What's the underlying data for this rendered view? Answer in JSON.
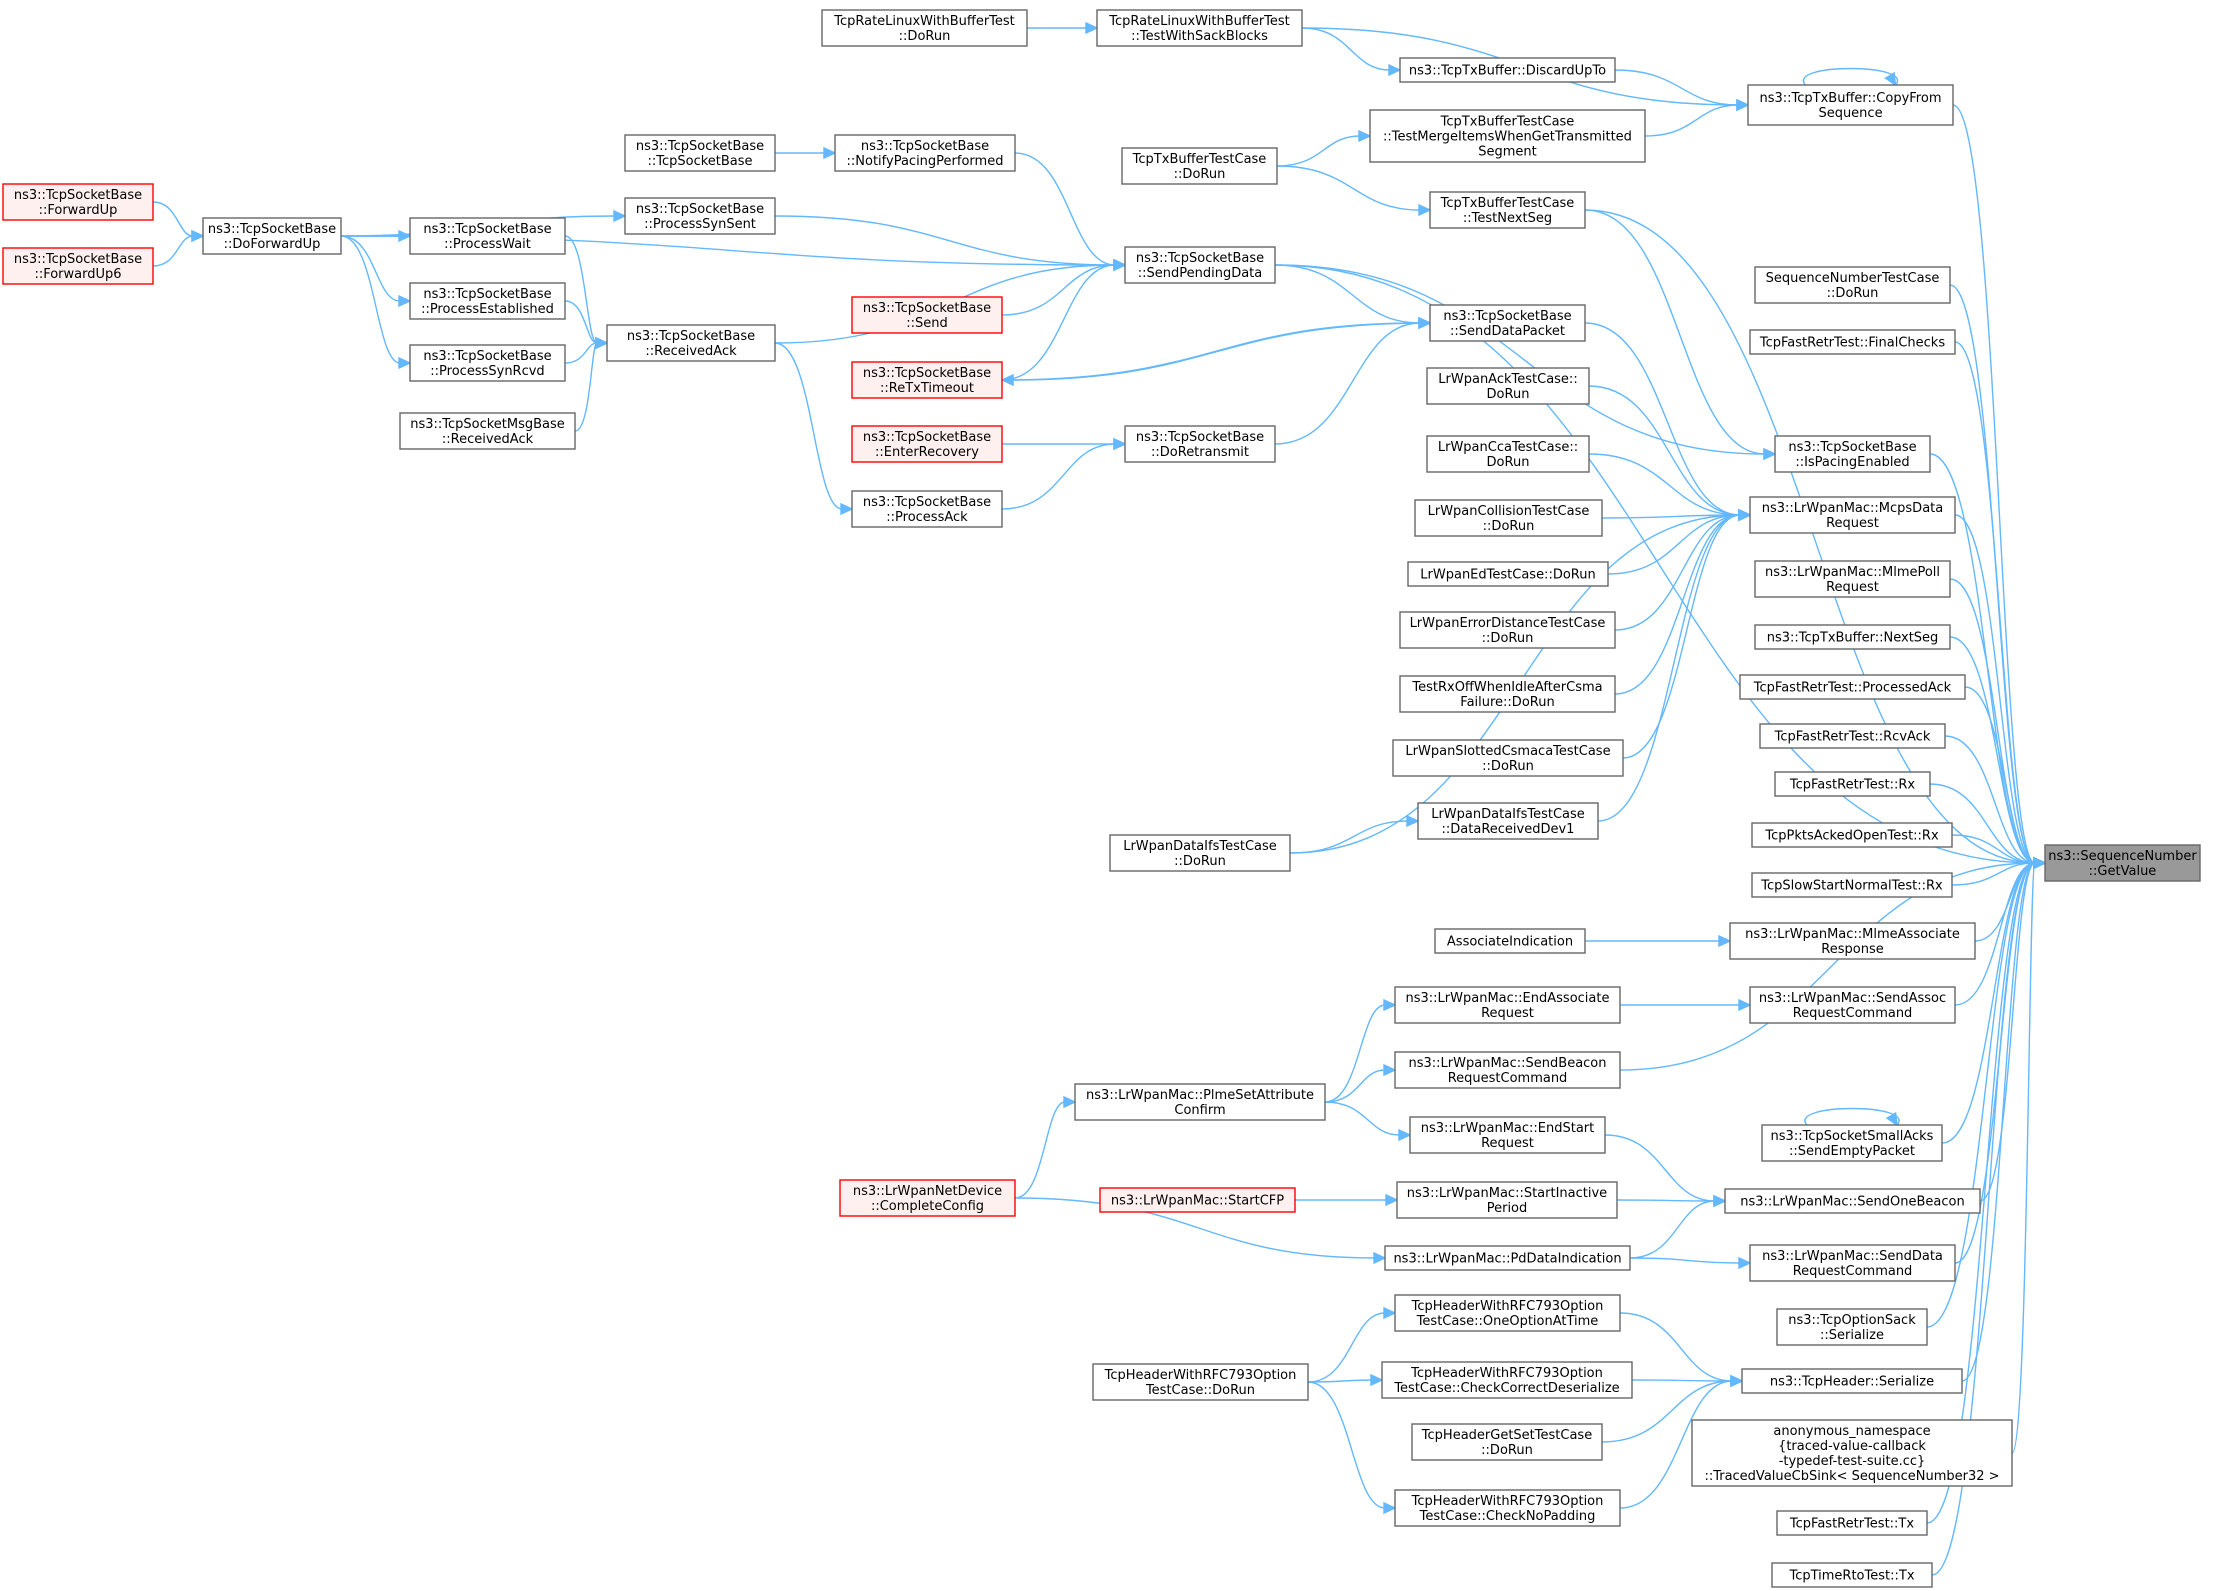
{
  "colors": {
    "edge": "#63b8ff",
    "node_border": "#666666",
    "node_fill": "#ffffff",
    "red_border": "#ff0000",
    "red_fill": "#fff0f0",
    "root_fill": "#999999"
  },
  "nodes": [
    {
      "id": "root",
      "lines": [
        "ns3::SequenceNumber",
        "::GetValue"
      ],
      "style": "root"
    },
    {
      "id": "copyFromSeq",
      "lines": [
        "ns3::TcpTxBuffer::CopyFrom",
        "Sequence"
      ]
    },
    {
      "id": "seqNumTest",
      "lines": [
        "SequenceNumberTestCase",
        "::DoRun"
      ]
    },
    {
      "id": "fastRetrFinal",
      "lines": [
        "TcpFastRetrTest::FinalChecks"
      ]
    },
    {
      "id": "isPacing",
      "lines": [
        "ns3::TcpSocketBase",
        "::IsPacingEnabled"
      ]
    },
    {
      "id": "mcpsData",
      "lines": [
        "ns3::LrWpanMac::McpsData",
        "Request"
      ]
    },
    {
      "id": "mlmePoll",
      "lines": [
        "ns3::LrWpanMac::MlmePoll",
        "Request"
      ]
    },
    {
      "id": "nextSeg",
      "lines": [
        "ns3::TcpTxBuffer::NextSeg"
      ]
    },
    {
      "id": "fastRetrProc",
      "lines": [
        "TcpFastRetrTest::ProcessedAck"
      ]
    },
    {
      "id": "fastRetrRcv",
      "lines": [
        "TcpFastRetrTest::RcvAck"
      ]
    },
    {
      "id": "fastRetrRx",
      "lines": [
        "TcpFastRetrTest::Rx"
      ]
    },
    {
      "id": "pktsAcked",
      "lines": [
        "TcpPktsAckedOpenTest::Rx"
      ]
    },
    {
      "id": "slowStart",
      "lines": [
        "TcpSlowStartNormalTest::Rx"
      ]
    },
    {
      "id": "mlmeAssoc",
      "lines": [
        "ns3::LrWpanMac::MlmeAssociate",
        "Response"
      ]
    },
    {
      "id": "sendAssoc",
      "lines": [
        "ns3::LrWpanMac::SendAssoc",
        "RequestCommand"
      ]
    },
    {
      "id": "smallAcks",
      "lines": [
        "ns3::TcpSocketSmallAcks",
        "::SendEmptyPacket"
      ]
    },
    {
      "id": "sendOneBeacon",
      "lines": [
        "ns3::LrWpanMac::SendOneBeacon"
      ]
    },
    {
      "id": "sendDataReq",
      "lines": [
        "ns3::LrWpanMac::SendData",
        "RequestCommand"
      ]
    },
    {
      "id": "optionSack",
      "lines": [
        "ns3::TcpOptionSack",
        "::Serialize"
      ]
    },
    {
      "id": "tcpHdrSer",
      "lines": [
        "ns3::TcpHeader::Serialize"
      ]
    },
    {
      "id": "anonNs",
      "lines": [
        "anonymous_namespace",
        "{traced-value-callback",
        "-typedef-test-suite.cc}",
        "::TracedValueCbSink< SequenceNumber32 >"
      ]
    },
    {
      "id": "fastRetrTx",
      "lines": [
        "TcpFastRetrTest::Tx"
      ]
    },
    {
      "id": "timeRto",
      "lines": [
        "TcpTimeRtoTest::Tx"
      ]
    },
    {
      "id": "rateLinuxSack",
      "lines": [
        "TcpRateLinuxWithBufferTest",
        "::TestWithSackBlocks"
      ]
    },
    {
      "id": "discardUpTo",
      "lines": [
        "ns3::TcpTxBuffer::DiscardUpTo"
      ]
    },
    {
      "id": "mergeItems",
      "lines": [
        "TcpTxBufferTestCase",
        "::TestMergeItemsWhenGetTransmitted",
        "Segment"
      ]
    },
    {
      "id": "testNextSeg",
      "lines": [
        "TcpTxBufferTestCase",
        "::TestNextSeg"
      ]
    },
    {
      "id": "sendDataPacket",
      "lines": [
        "ns3::TcpSocketBase",
        "::SendDataPacket"
      ]
    },
    {
      "id": "ackTest",
      "lines": [
        "LrWpanAckTestCase::",
        "DoRun"
      ]
    },
    {
      "id": "ccaTest",
      "lines": [
        "LrWpanCcaTestCase::",
        "DoRun"
      ]
    },
    {
      "id": "collTest",
      "lines": [
        "LrWpanCollisionTestCase",
        "::DoRun"
      ]
    },
    {
      "id": "edTest",
      "lines": [
        "LrWpanEdTestCase::DoRun"
      ]
    },
    {
      "id": "errDistTest",
      "lines": [
        "LrWpanErrorDistanceTestCase",
        "::DoRun"
      ]
    },
    {
      "id": "rxOffTest",
      "lines": [
        "TestRxOffWhenIdleAfterCsma",
        "Failure::DoRun"
      ]
    },
    {
      "id": "slottedTest",
      "lines": [
        "LrWpanSlottedCsmacaTestCase",
        "::DoRun"
      ]
    },
    {
      "id": "ifsDataRecv",
      "lines": [
        "LrWpanDataIfsTestCase",
        "::DataReceivedDev1"
      ]
    },
    {
      "id": "assocInd",
      "lines": [
        "AssociateIndication"
      ]
    },
    {
      "id": "endAssoc",
      "lines": [
        "ns3::LrWpanMac::EndAssociate",
        "Request"
      ]
    },
    {
      "id": "sendBeaconReq",
      "lines": [
        "ns3::LrWpanMac::SendBeacon",
        "RequestCommand"
      ]
    },
    {
      "id": "endStart",
      "lines": [
        "ns3::LrWpanMac::EndStart",
        "Request"
      ]
    },
    {
      "id": "startInactive",
      "lines": [
        "ns3::LrWpanMac::StartInactive",
        "Period"
      ]
    },
    {
      "id": "pdDataInd",
      "lines": [
        "ns3::LrWpanMac::PdDataIndication"
      ]
    },
    {
      "id": "oneOption",
      "lines": [
        "TcpHeaderWithRFC793Option",
        "TestCase::OneOptionAtTime"
      ]
    },
    {
      "id": "checkCorrect",
      "lines": [
        "TcpHeaderWithRFC793Option",
        "TestCase::CheckCorrectDeserialize"
      ]
    },
    {
      "id": "getSetTest",
      "lines": [
        "TcpHeaderGetSetTestCase",
        "::DoRun"
      ]
    },
    {
      "id": "checkNoPad",
      "lines": [
        "TcpHeaderWithRFC793Option",
        "TestCase::CheckNoPadding"
      ]
    },
    {
      "id": "rateLinuxDoRun",
      "lines": [
        "TcpRateLinuxWithBufferTest",
        "::DoRun"
      ]
    },
    {
      "id": "txBufDoRun",
      "lines": [
        "TcpTxBufferTestCase",
        "::DoRun"
      ]
    },
    {
      "id": "sendPending",
      "lines": [
        "ns3::TcpSocketBase",
        "::SendPendingData"
      ]
    },
    {
      "id": "notifyPacing",
      "lines": [
        "ns3::TcpSocketBase",
        "::NotifyPacingPerformed"
      ]
    },
    {
      "id": "sendRed",
      "lines": [
        "ns3::TcpSocketBase",
        "::Send"
      ],
      "style": "red"
    },
    {
      "id": "reTx",
      "lines": [
        "ns3::TcpSocketBase",
        "::ReTxTimeout"
      ],
      "style": "red"
    },
    {
      "id": "enterRec",
      "lines": [
        "ns3::TcpSocketBase",
        "::EnterRecovery"
      ],
      "style": "red"
    },
    {
      "id": "doRetransmit",
      "lines": [
        "ns3::TcpSocketBase",
        "::DoRetransmit"
      ]
    },
    {
      "id": "processAck",
      "lines": [
        "ns3::TcpSocketBase",
        "::ProcessAck"
      ]
    },
    {
      "id": "ifsDoRun",
      "lines": [
        "LrWpanDataIfsTestCase",
        "::DoRun"
      ]
    },
    {
      "id": "plmeSetAttr",
      "lines": [
        "ns3::LrWpanMac::PlmeSetAttribute",
        "Confirm"
      ]
    },
    {
      "id": "startCFP",
      "lines": [
        "ns3::LrWpanMac::StartCFP"
      ],
      "style": "red"
    },
    {
      "id": "completeConfig",
      "lines": [
        "ns3::LrWpanNetDevice",
        "::CompleteConfig"
      ],
      "style": "red"
    },
    {
      "id": "rfcDoRun",
      "lines": [
        "TcpHeaderWithRFC793Option",
        "TestCase::DoRun"
      ]
    },
    {
      "id": "tsbCtor",
      "lines": [
        "ns3::TcpSocketBase",
        "::TcpSocketBase"
      ]
    },
    {
      "id": "procSynSent",
      "lines": [
        "ns3::TcpSocketBase",
        "::ProcessSynSent"
      ]
    },
    {
      "id": "receivedAck",
      "lines": [
        "ns3::TcpSocketBase",
        "::ReceivedAck"
      ]
    },
    {
      "id": "procWait",
      "lines": [
        "ns3::TcpSocketBase",
        "::ProcessWait"
      ]
    },
    {
      "id": "procEst",
      "lines": [
        "ns3::TcpSocketBase",
        "::ProcessEstablished"
      ]
    },
    {
      "id": "procSynRcvd",
      "lines": [
        "ns3::TcpSocketBase",
        "::ProcessSynRcvd"
      ]
    },
    {
      "id": "msgReceivedAck",
      "lines": [
        "ns3::TcpSocketMsgBase",
        "::ReceivedAck"
      ]
    },
    {
      "id": "doForwardUp",
      "lines": [
        "ns3::TcpSocketBase",
        "::DoForwardUp"
      ]
    },
    {
      "id": "forwardUp",
      "lines": [
        "ns3::TcpSocketBase",
        "::ForwardUp"
      ],
      "style": "red"
    },
    {
      "id": "forwardUp6",
      "lines": [
        "ns3::TcpSocketBase",
        "::ForwardUp6"
      ],
      "style": "red"
    }
  ],
  "edges": [
    {
      "from": "copyFromSeq",
      "to": "root"
    },
    {
      "from": "seqNumTest",
      "to": "root"
    },
    {
      "from": "fastRetrFinal",
      "to": "root"
    },
    {
      "from": "isPacing",
      "to": "root"
    },
    {
      "from": "mcpsData",
      "to": "root"
    },
    {
      "from": "mlmePoll",
      "to": "root"
    },
    {
      "from": "nextSeg",
      "to": "root"
    },
    {
      "from": "fastRetrProc",
      "to": "root"
    },
    {
      "from": "fastRetrRcv",
      "to": "root"
    },
    {
      "from": "fastRetrRx",
      "to": "root"
    },
    {
      "from": "pktsAcked",
      "to": "root"
    },
    {
      "from": "slowStart",
      "to": "root"
    },
    {
      "from": "mlmeAssoc",
      "to": "root"
    },
    {
      "from": "sendAssoc",
      "to": "root"
    },
    {
      "from": "smallAcks",
      "to": "root"
    },
    {
      "from": "sendOneBeacon",
      "to": "root"
    },
    {
      "from": "sendDataReq",
      "to": "root"
    },
    {
      "from": "optionSack",
      "to": "root"
    },
    {
      "from": "tcpHdrSer",
      "to": "root"
    },
    {
      "from": "anonNs",
      "to": "root"
    },
    {
      "from": "fastRetrTx",
      "to": "root"
    },
    {
      "from": "timeRto",
      "to": "root"
    },
    {
      "from": "sendPending",
      "to": "root"
    },
    {
      "from": "sendBeaconReq",
      "to": "root"
    },
    {
      "from": "testNextSeg",
      "to": "root"
    },
    {
      "from": "copyFromSeq",
      "to": "copyFromSeq",
      "self": true
    },
    {
      "from": "smallAcks",
      "to": "smallAcks",
      "self": true
    },
    {
      "from": "rateLinuxSack",
      "to": "copyFromSeq"
    },
    {
      "from": "discardUpTo",
      "to": "copyFromSeq"
    },
    {
      "from": "mergeItems",
      "to": "copyFromSeq"
    },
    {
      "from": "sendPending",
      "to": "isPacing"
    },
    {
      "from": "testNextSeg",
      "to": "isPacing"
    },
    {
      "from": "sendDataPacket",
      "to": "mcpsData"
    },
    {
      "from": "ackTest",
      "to": "mcpsData"
    },
    {
      "from": "ccaTest",
      "to": "mcpsData"
    },
    {
      "from": "collTest",
      "to": "mcpsData"
    },
    {
      "from": "edTest",
      "to": "mcpsData"
    },
    {
      "from": "errDistTest",
      "to": "mcpsData"
    },
    {
      "from": "rxOffTest",
      "to": "mcpsData"
    },
    {
      "from": "slottedTest",
      "to": "mcpsData"
    },
    {
      "from": "ifsDataRecv",
      "to": "mcpsData"
    },
    {
      "from": "ifsDoRun",
      "to": "mcpsData"
    },
    {
      "from": "assocInd",
      "to": "mlmeAssoc"
    },
    {
      "from": "endAssoc",
      "to": "sendAssoc"
    },
    {
      "from": "endStart",
      "to": "sendOneBeacon"
    },
    {
      "from": "startInactive",
      "to": "sendOneBeacon"
    },
    {
      "from": "pdDataInd",
      "to": "sendOneBeacon"
    },
    {
      "from": "pdDataInd",
      "to": "sendDataReq"
    },
    {
      "from": "oneOption",
      "to": "tcpHdrSer"
    },
    {
      "from": "checkCorrect",
      "to": "tcpHdrSer"
    },
    {
      "from": "getSetTest",
      "to": "tcpHdrSer"
    },
    {
      "from": "checkNoPad",
      "to": "tcpHdrSer"
    },
    {
      "from": "rateLinuxSack",
      "to": "discardUpTo"
    },
    {
      "from": "txBufDoRun",
      "to": "mergeItems"
    },
    {
      "from": "txBufDoRun",
      "to": "testNextSeg"
    },
    {
      "from": "sendPending",
      "to": "sendDataPacket"
    },
    {
      "from": "reTx",
      "to": "sendDataPacket"
    },
    {
      "from": "doRetransmit",
      "to": "sendDataPacket"
    },
    {
      "from": "ifsDoRun",
      "to": "ifsDataRecv"
    },
    {
      "from": "plmeSetAttr",
      "to": "endAssoc"
    },
    {
      "from": "plmeSetAttr",
      "to": "sendBeaconReq"
    },
    {
      "from": "plmeSetAttr",
      "to": "endStart"
    },
    {
      "from": "startCFP",
      "to": "startInactive"
    },
    {
      "from": "completeConfig",
      "to": "pdDataInd"
    },
    {
      "from": "rfcDoRun",
      "to": "oneOption"
    },
    {
      "from": "rfcDoRun",
      "to": "checkCorrect"
    },
    {
      "from": "rfcDoRun",
      "to": "checkNoPad"
    },
    {
      "from": "rateLinuxDoRun",
      "to": "rateLinuxSack"
    },
    {
      "from": "notifyPacing",
      "to": "sendPending"
    },
    {
      "from": "procSynSent",
      "to": "sendPending"
    },
    {
      "from": "receivedAck",
      "to": "sendPending"
    },
    {
      "from": "sendRed",
      "to": "sendPending"
    },
    {
      "from": "reTx",
      "to": "sendPending"
    },
    {
      "from": "doForwardUp",
      "to": "sendPending"
    },
    {
      "from": "sendDataPacket",
      "to": "reTx"
    },
    {
      "from": "enterRec",
      "to": "doRetransmit"
    },
    {
      "from": "processAck",
      "to": "doRetransmit"
    },
    {
      "from": "completeConfig",
      "to": "plmeSetAttr"
    },
    {
      "from": "tsbCtor",
      "to": "notifyPacing"
    },
    {
      "from": "doForwardUp",
      "to": "procSynSent"
    },
    {
      "from": "procWait",
      "to": "receivedAck"
    },
    {
      "from": "procEst",
      "to": "receivedAck"
    },
    {
      "from": "procSynRcvd",
      "to": "receivedAck"
    },
    {
      "from": "msgReceivedAck",
      "to": "receivedAck"
    },
    {
      "from": "receivedAck",
      "to": "processAck"
    },
    {
      "from": "doForwardUp",
      "to": "procWait"
    },
    {
      "from": "doForwardUp",
      "to": "procEst"
    },
    {
      "from": "doForwardUp",
      "to": "procSynRcvd"
    },
    {
      "from": "forwardUp",
      "to": "doForwardUp"
    },
    {
      "from": "forwardUp6",
      "to": "doForwardUp"
    }
  ]
}
